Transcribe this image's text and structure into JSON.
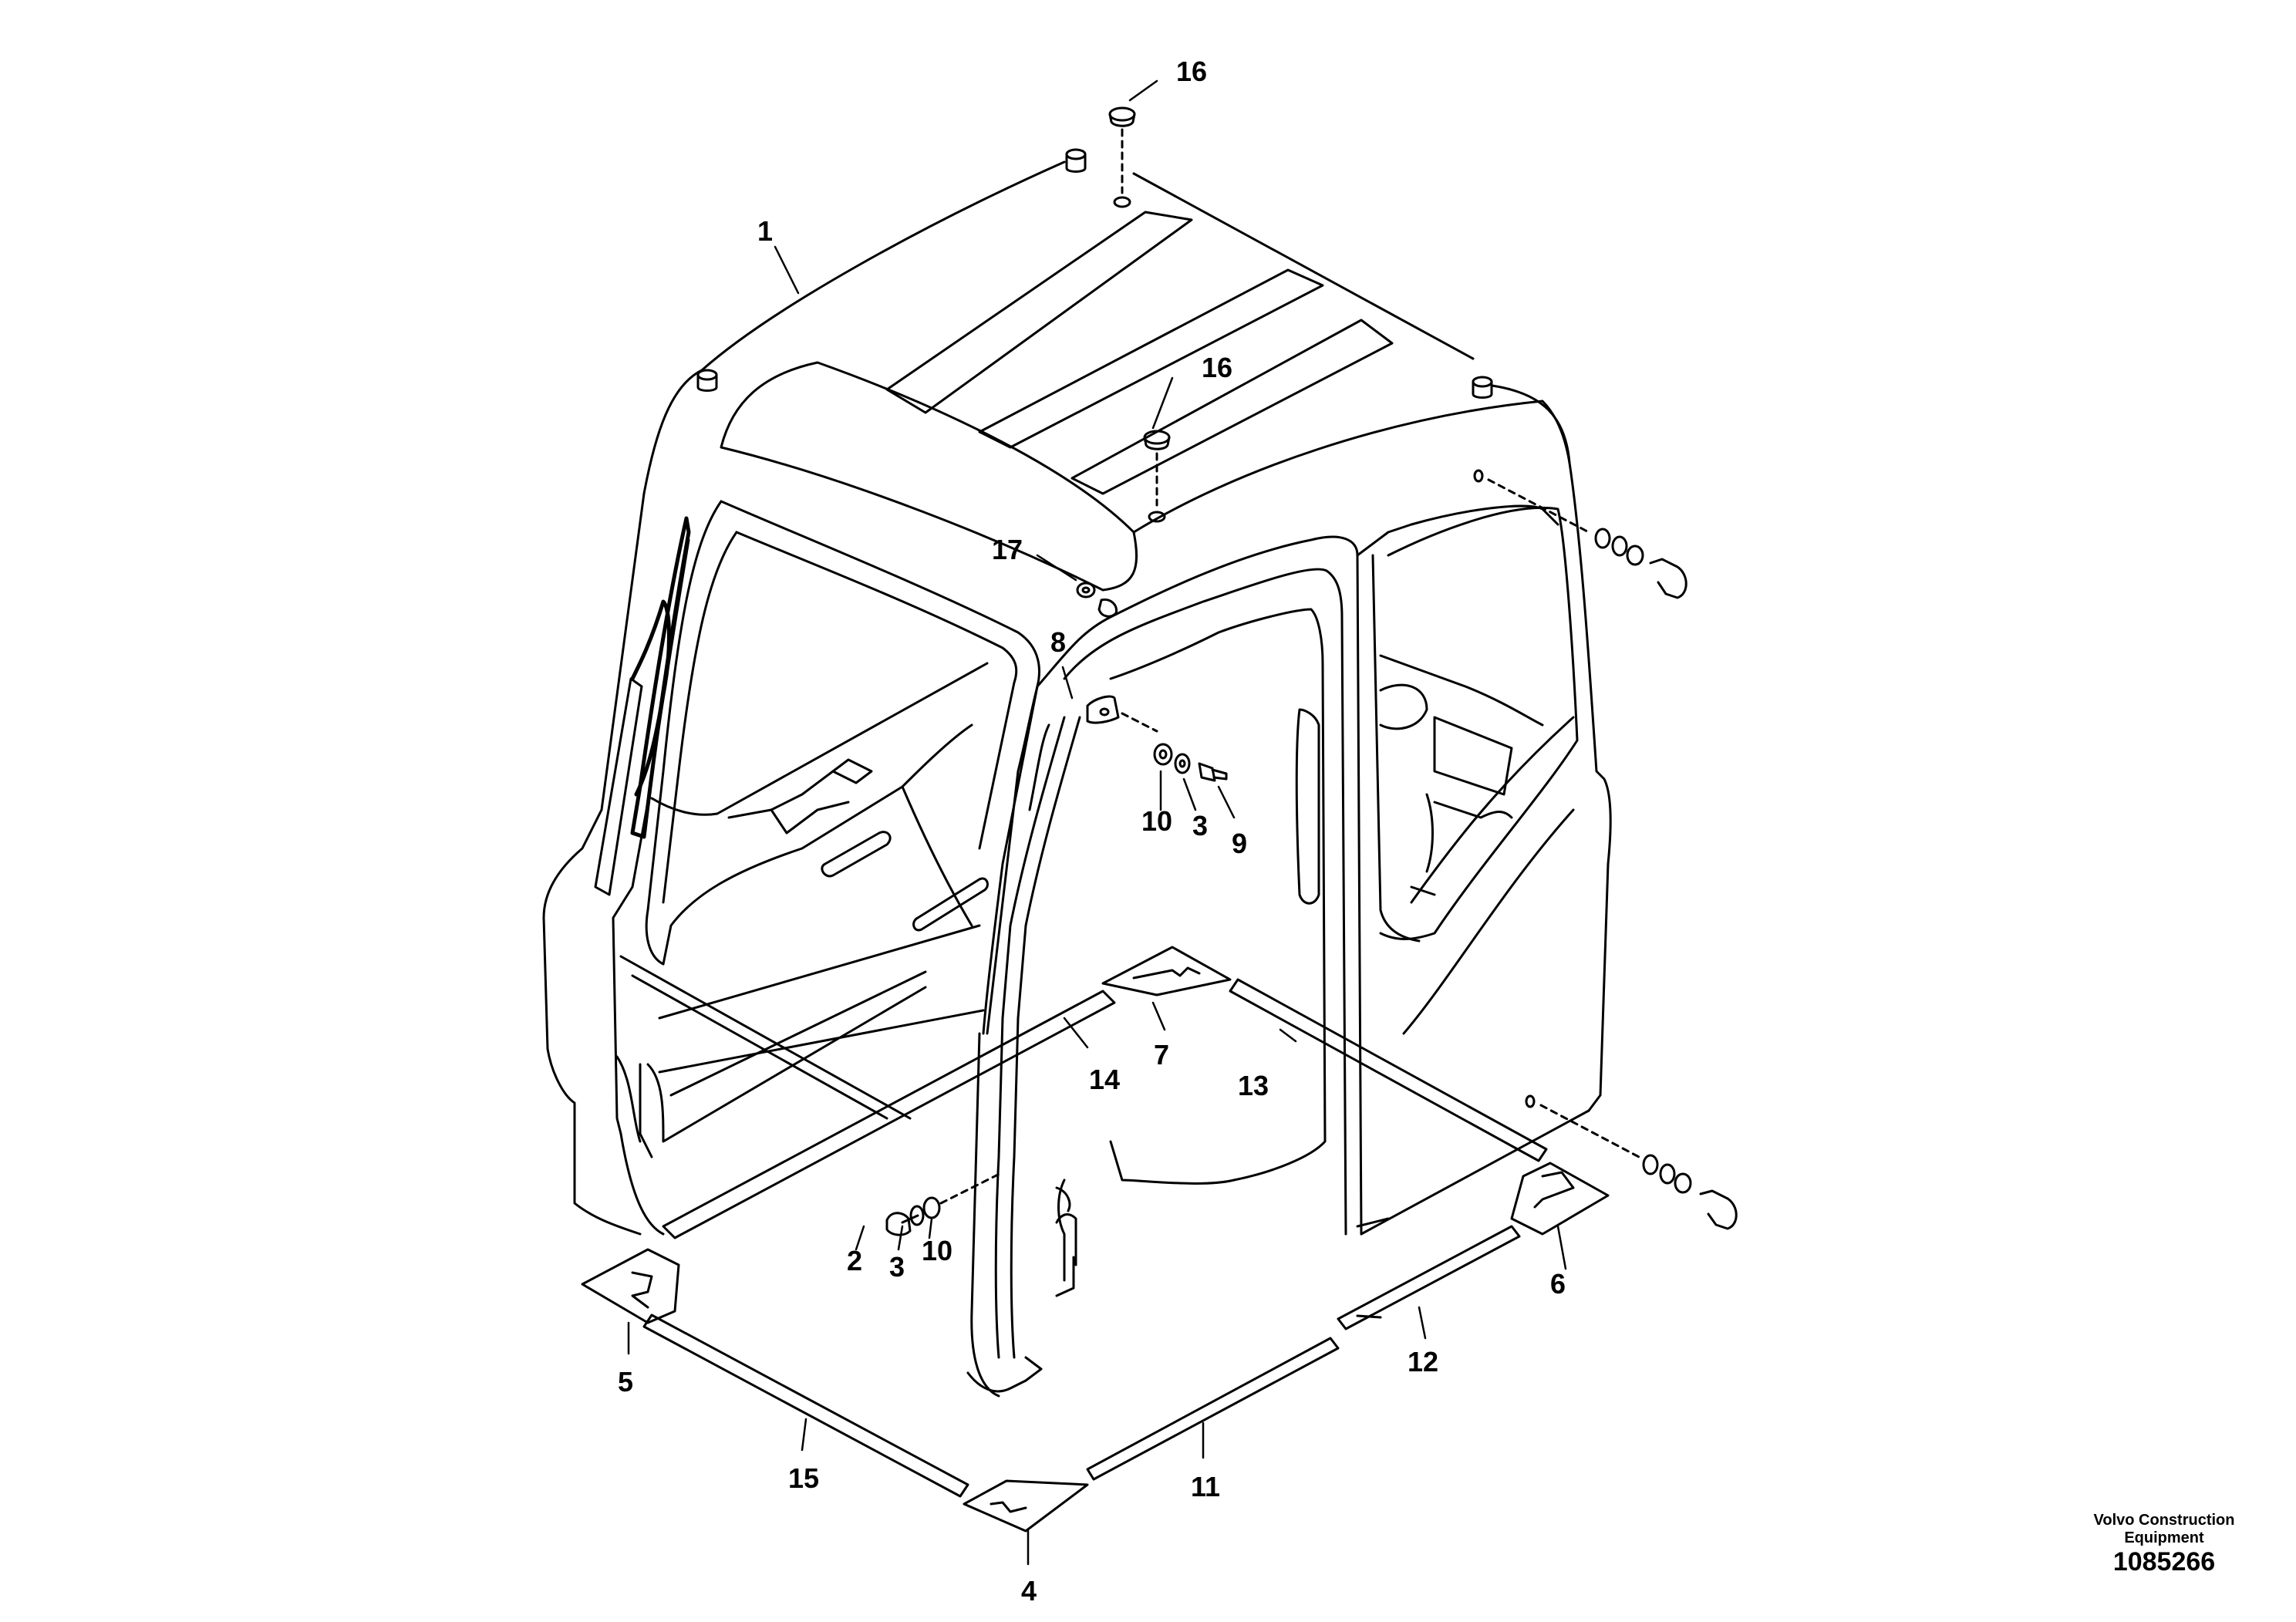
{
  "diagram": {
    "callouts": [
      {
        "id": "c16a",
        "label": "16"
      },
      {
        "id": "c1",
        "label": "1"
      },
      {
        "id": "c16b",
        "label": "16"
      },
      {
        "id": "c17",
        "label": "17"
      },
      {
        "id": "c8",
        "label": "8"
      },
      {
        "id": "c10a",
        "label": "10"
      },
      {
        "id": "c3a",
        "label": "3"
      },
      {
        "id": "c9",
        "label": "9"
      },
      {
        "id": "c14",
        "label": "14"
      },
      {
        "id": "c7",
        "label": "7"
      },
      {
        "id": "c13",
        "label": "13"
      },
      {
        "id": "c2",
        "label": "2"
      },
      {
        "id": "c3b",
        "label": "3"
      },
      {
        "id": "c10b",
        "label": "10"
      },
      {
        "id": "c6",
        "label": "6"
      },
      {
        "id": "c5",
        "label": "5"
      },
      {
        "id": "c12",
        "label": "12"
      },
      {
        "id": "c15",
        "label": "15"
      },
      {
        "id": "c11",
        "label": "11"
      },
      {
        "id": "c4",
        "label": "4"
      }
    ]
  },
  "credit": {
    "line1": "Volvo Construction",
    "line2": "Equipment",
    "doc_number": "1085266"
  }
}
